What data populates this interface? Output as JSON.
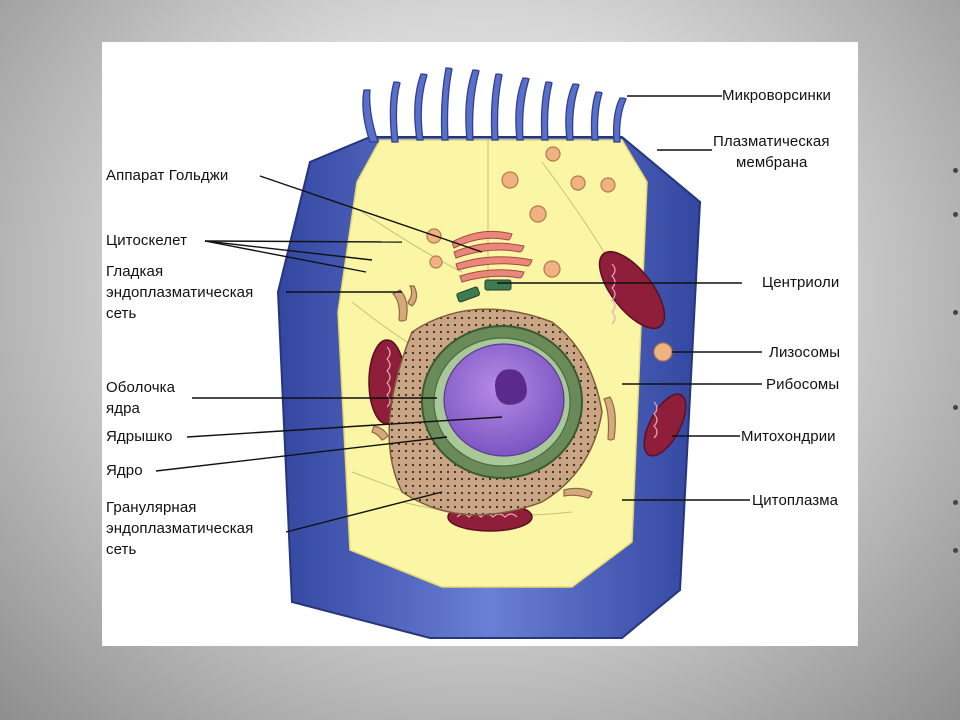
{
  "diagram": {
    "labels": {
      "microvilli": "Микроворсинки",
      "plasma_membrane": [
        "Плазматическая",
        "мембрана"
      ],
      "golgi": "Аппарат Гольджи",
      "cytoskeleton": "Цитоскелет",
      "smooth_er": [
        "Гладкая",
        "эндоплазматическая",
        "сеть"
      ],
      "centrioles": "Центриоли",
      "lysosomes": "Лизосомы",
      "ribosomes": "Рибосомы",
      "nuclear_envelope": [
        "Оболочка",
        "ядра"
      ],
      "nucleolus": "Ядрышко",
      "mitochondria": "Митохондрии",
      "nucleus": "Ядро",
      "cytoplasm": "Цитоплазма",
      "rough_er": [
        "Гранулярная",
        "эндоплазматическая",
        "сеть"
      ]
    },
    "colors": {
      "membrane": "#4a5fb4",
      "cytoplasm": "#fbf5a6",
      "nucleus": "#9a6fd4",
      "mitochondria": "#8e1e3a",
      "golgi": "#e07a6a",
      "er": "#c9a585"
    }
  }
}
